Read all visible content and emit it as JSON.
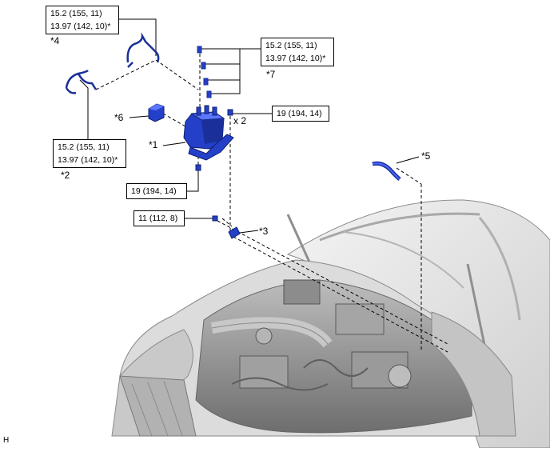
{
  "torque": {
    "box_4_line1": "15.2 (155, 11)",
    "box_4_line2": "13.97 (142, 10)*",
    "box_7_line1": "15.2 (155, 11)",
    "box_7_line2": "13.97 (142, 10)*",
    "box_2_line1": "15.2 (155, 11)",
    "box_2_line2": "13.97 (142, 10)*",
    "box_bolt_right": "19 (194, 14)",
    "box_bolt_bottom": "19 (194, 14)",
    "box_nut": "11 (112, 8)"
  },
  "callouts": {
    "c1": "*1",
    "c2": "*2",
    "c3": "*3",
    "c4": "*4",
    "c5": "*5",
    "c6": "*6",
    "c7": "*7",
    "qty": "x 2"
  },
  "corner_label": "H",
  "colors": {
    "part": "#2440c8",
    "part_dark": "#1a2f99",
    "line": "#000000",
    "engine": "#9a9a9a"
  }
}
